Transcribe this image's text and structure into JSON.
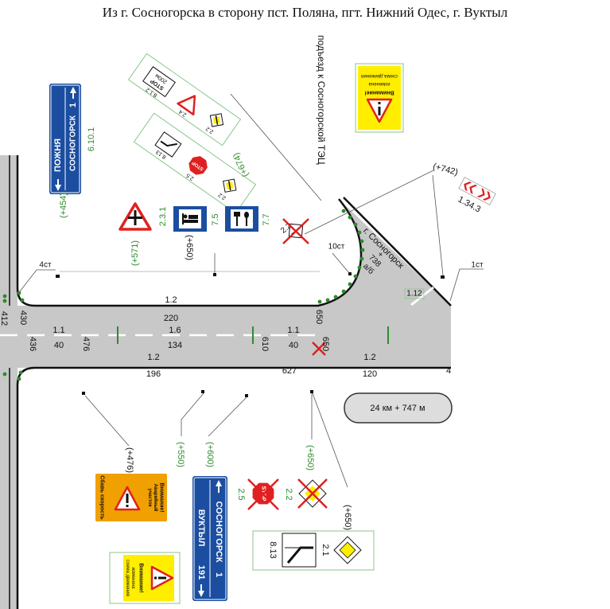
{
  "title": "Из г. Сосногорска в сторону пст. Поляна, пгт. Нижний Одес, г. Вуктыл",
  "colors": {
    "road": "#c8c8c8",
    "sign_blue": "#1b4ea0",
    "label_green": "#2e8b2e",
    "warning_yellow": "#ffee00",
    "sign_red": "#e02020",
    "accident_orange": "#f0a000"
  },
  "roads": {
    "access_road": "подъезд к Сосногорской ТЭЦ",
    "branch_road": "г. Сосногорск",
    "branch_surface": "а/б",
    "branch_chainage": "738",
    "branch_plus": "+"
  },
  "posts": {
    "left": "4ст",
    "branch": "10ст",
    "right": "1ст"
  },
  "km_marker": "24 км + 747 м",
  "markings": {
    "top_edge": "1.2",
    "center_left": "1.1",
    "center_mid": "1.6",
    "center_right": "1.1",
    "bottom_edge_left": "1.2",
    "bottom_edge_right": "1.2",
    "stop_line": "1.12"
  },
  "lengths": {
    "top_edge": "220",
    "center_left": "40",
    "center_mid": "134",
    "center_right": "40",
    "bottom_edge_left": "196",
    "bottom_edge_right": "120"
  },
  "chainages": {
    "c412": "412",
    "c430": "430",
    "c436": "436",
    "c476": "476",
    "c610": "610",
    "c650_top": "650",
    "c650_bottom": "650",
    "c627": "627",
    "c4": "4"
  },
  "distances": {
    "d454": "(+454)",
    "d571": "(+571)",
    "d650_service": "(+650)",
    "d674": "(+674)",
    "d742": "(+742)",
    "d476": "(+476)",
    "d550": "(+550)",
    "d600": "(+600)",
    "d650_stop": "(+650)",
    "d650_priority": "(+650)"
  },
  "signs": {
    "dir_north": {
      "code": "6.10.1",
      "left_dest": "ПОЖНЯ",
      "right_dest": "СОСНОГОРСК",
      "right_km": "1"
    },
    "group_a": {
      "plate_code": "8.1.2",
      "plate_word": "STOP",
      "plate_dist": "200м",
      "yield_code": "2.4",
      "end_main_code": "2.2"
    },
    "group_b": {
      "plate_code": "8.13",
      "stop_code": "2.5",
      "stop_word": "STOP",
      "end_main_code": "2.2"
    },
    "crossroads_code": "2.3.1",
    "hotel_code": "7.5",
    "food_code": "7.7",
    "crossed_end_main_top": "2.2",
    "warning_top": {
      "headline": "Внимание!",
      "line1": "изменена",
      "line2": "схема движения"
    },
    "chevron_code": "1.34.3",
    "accident_zone": {
      "headline": "Внимание!",
      "line1": "Аварийный",
      "line2": "участок",
      "side": "Сбавь скорость"
    },
    "dir_south": {
      "left_dest": "ВУКТЫЛ",
      "left_km": "191",
      "right_dest": "СОСНОГОРСК",
      "right_km": "1"
    },
    "crossed_stop": {
      "code": "2.5",
      "word": "STOP"
    },
    "crossed_end_main_bottom": "2.2",
    "priority_box": {
      "plate_code": "8.13",
      "main_road_code": "2.1"
    },
    "warning_bottom": {
      "headline": "Внимание!",
      "line1": "изменена",
      "line2": "схема движения"
    }
  }
}
